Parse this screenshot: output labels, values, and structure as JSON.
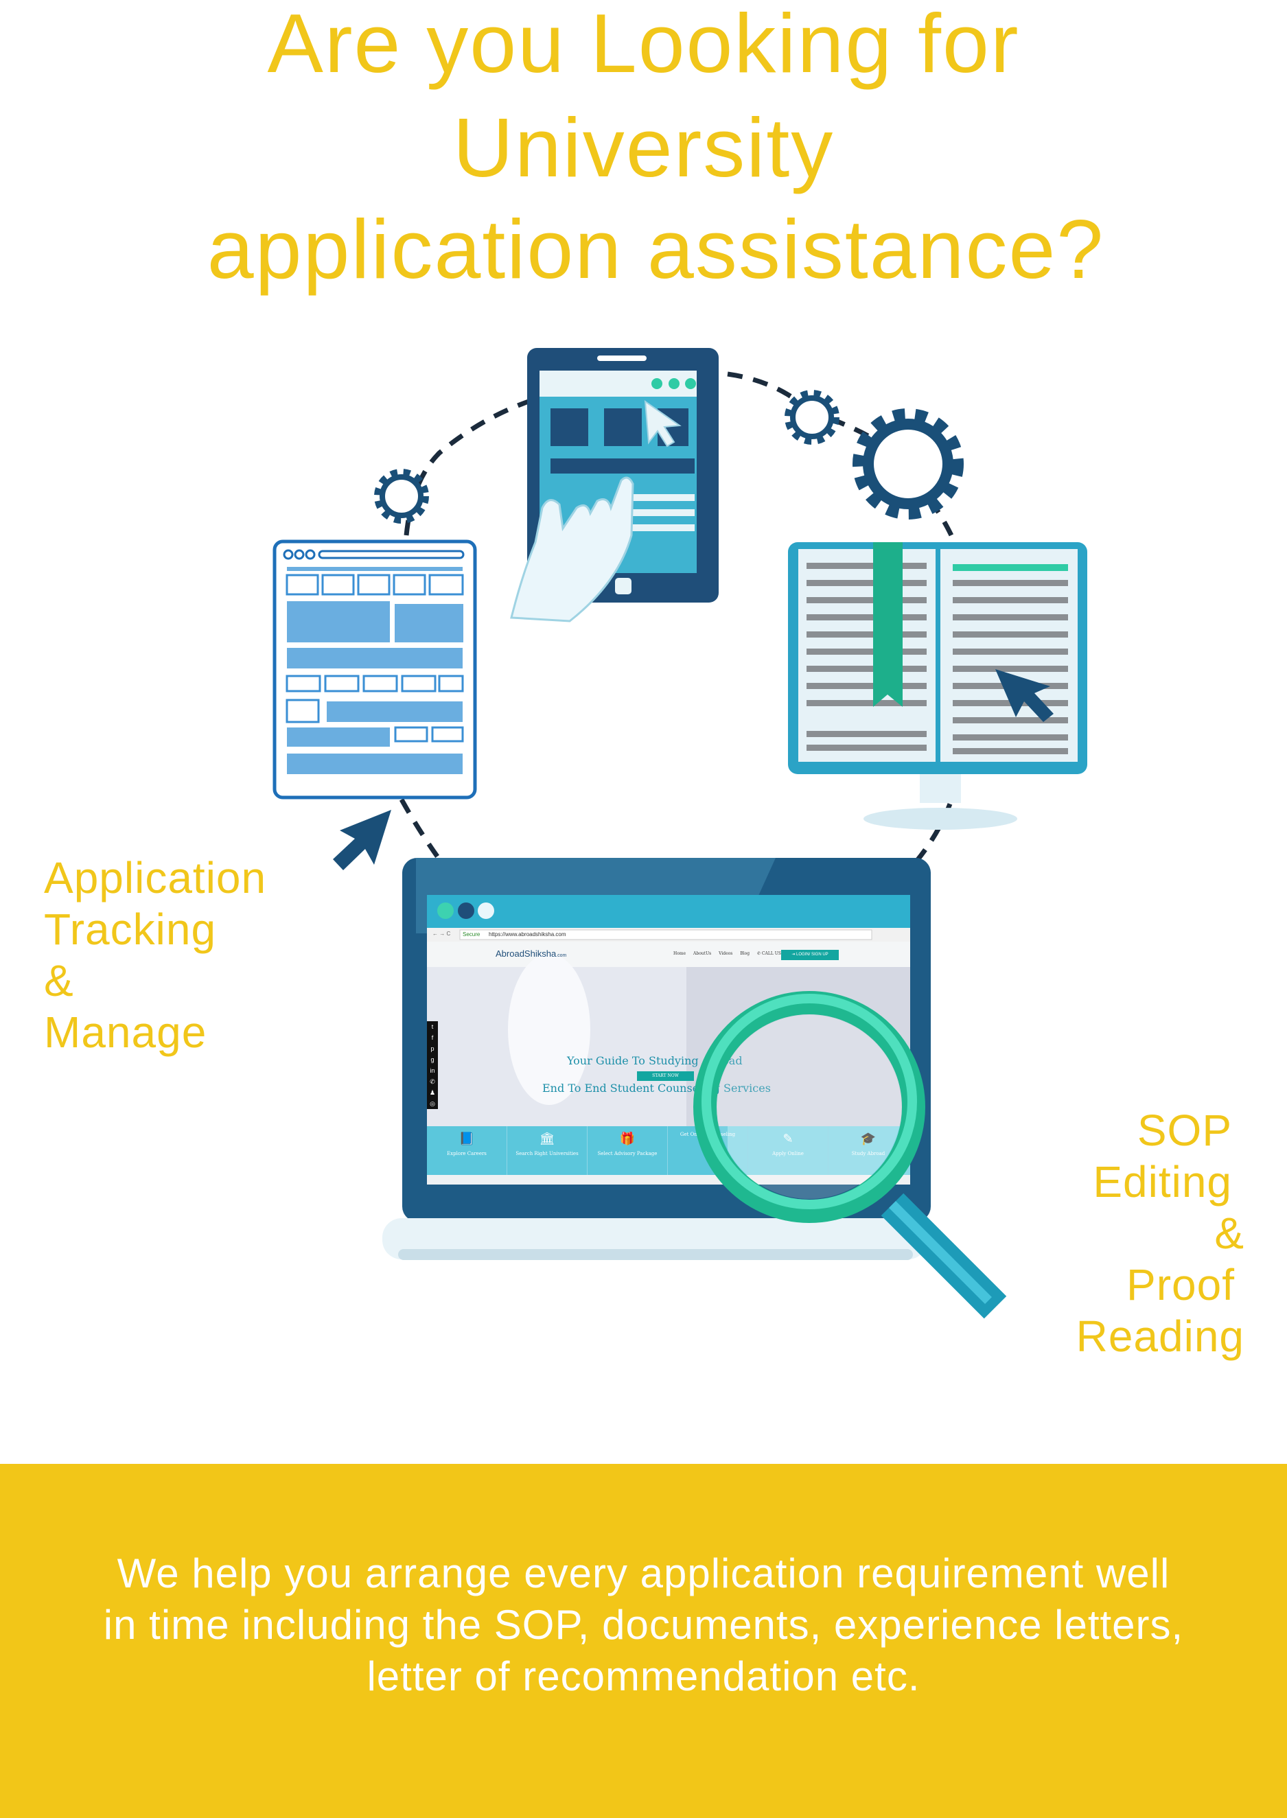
{
  "headline": {
    "line1": "Are you Looking for",
    "line2": "University",
    "line3": "application assistance?"
  },
  "left_label": {
    "line1": "Application",
    "line2": "Tracking",
    "line3": "&",
    "line4": "Manage"
  },
  "right_label": {
    "line1": "SOP",
    "line2": "Editing",
    "line3": "&",
    "line4": "Proof",
    "line5": "Reading"
  },
  "footer": {
    "line1": "We help you arrange every application requirement well",
    "line2": "in time including the SOP, documents, experience letters,",
    "line3": "letter of recommendation etc."
  },
  "laptop_screen": {
    "browser": {
      "secure_label": "Secure",
      "url": "https://www.abroadshiksha.com"
    },
    "logo": {
      "text": "AbroadShiksha",
      "suffix": ".com"
    },
    "nav": {
      "home": "Home",
      "about": "AboutUs",
      "videos": "Videos",
      "blog": "Blog",
      "call": "✆ CALL US",
      "login": "⇥ LOGIN/ SIGN UP"
    },
    "hero": {
      "title": "Your Guide To Studying Abroad",
      "button": "START NOW",
      "subtitle": "End To End Student Counseling Services"
    },
    "tiles": [
      {
        "icon": "book-icon",
        "glyph": "📘",
        "label": "Explore Careers"
      },
      {
        "icon": "university-icon",
        "glyph": "🏛",
        "label": "Search Right Universities"
      },
      {
        "icon": "gift-icon",
        "glyph": "🎁",
        "label": "Select Advisory Package"
      },
      {
        "icon": "chat-icon",
        "glyph": "",
        "label": "Get Online Counseling"
      },
      {
        "icon": "form-icon",
        "glyph": "✎",
        "label": "Apply Online"
      },
      {
        "icon": "graduation-cap-icon",
        "glyph": "🎓",
        "label": "Study Abroad"
      }
    ]
  },
  "colors": {
    "accent": "#F1C61A",
    "band": "#F2C618",
    "navy": "#1E5B85",
    "teal": "#2FCBA5",
    "blue": "#1E6FB8"
  }
}
